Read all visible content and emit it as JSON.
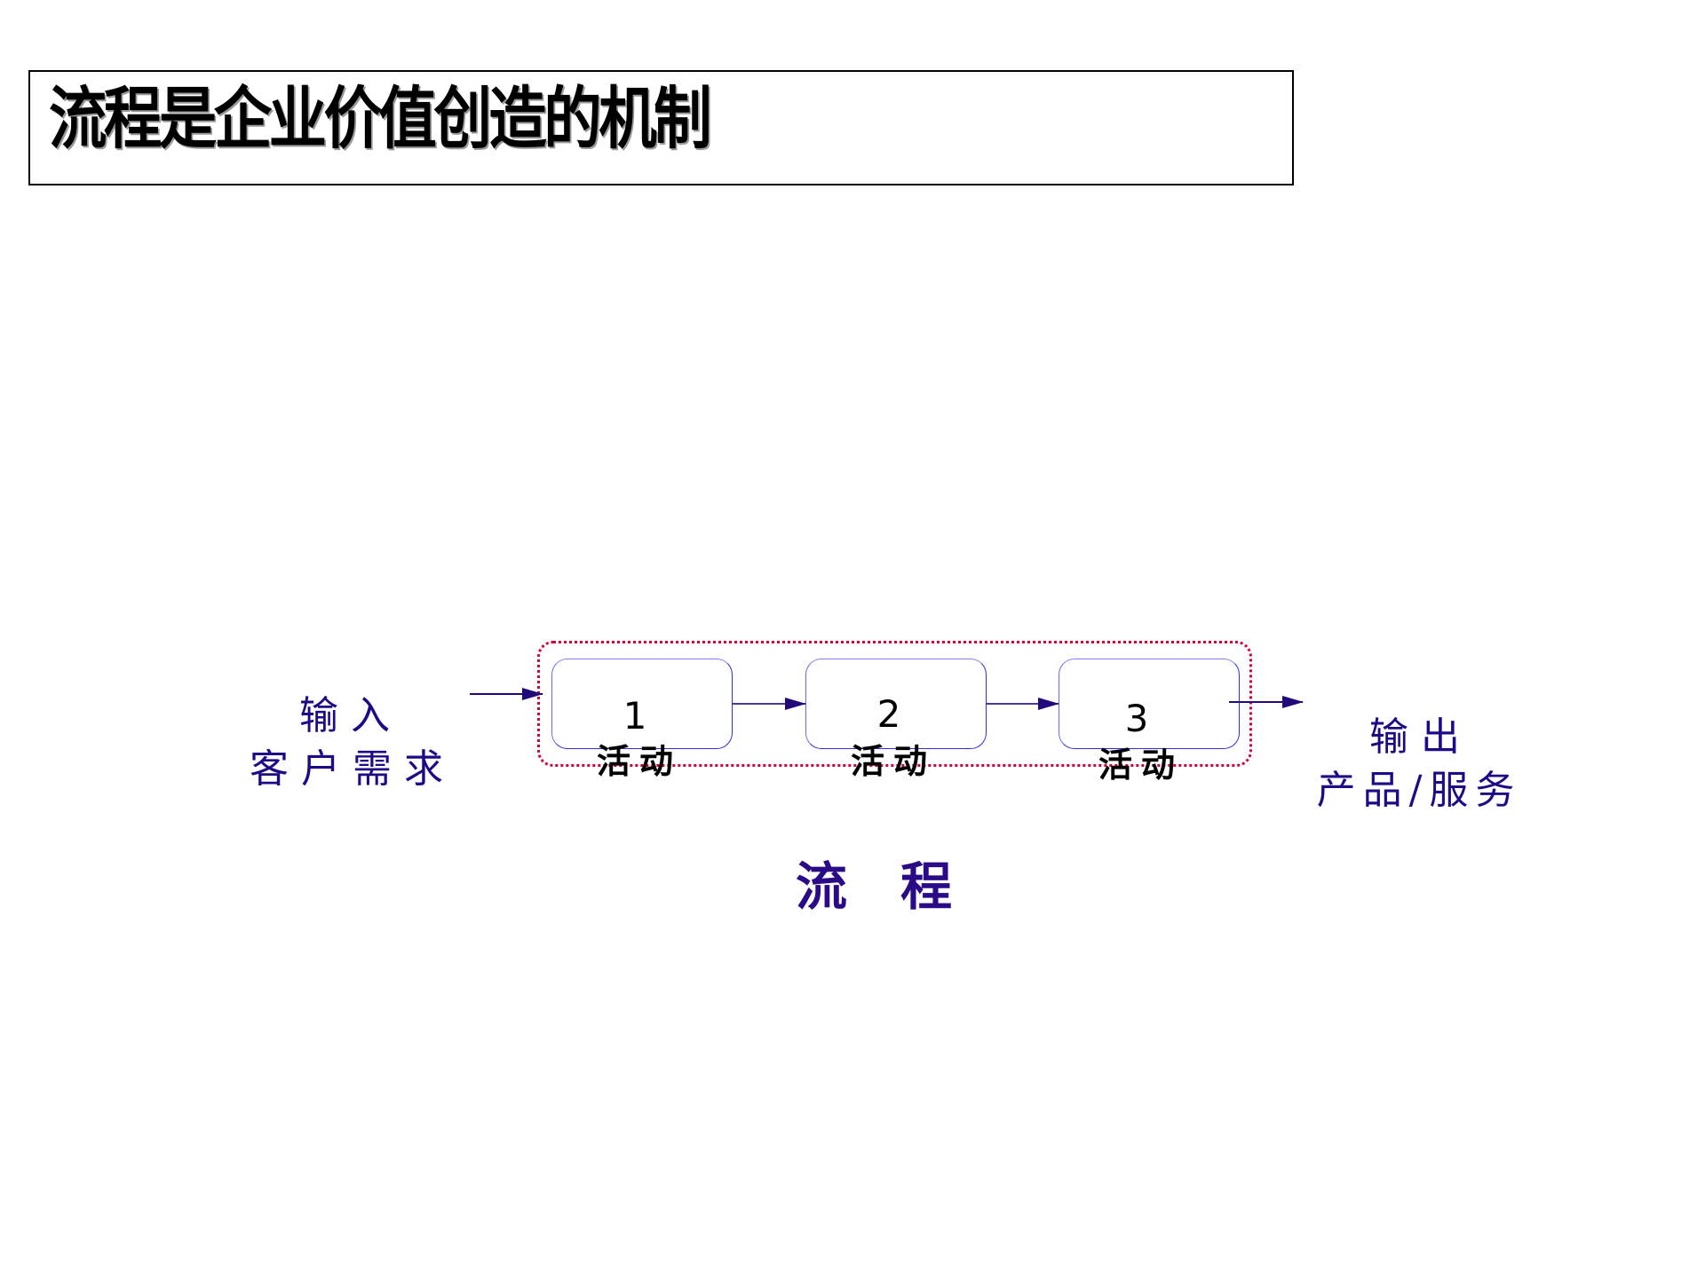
{
  "title": "流程是企业价值创造的机制",
  "diagram": {
    "input": {
      "line1": "输入",
      "line2": "客户需求"
    },
    "output": {
      "line1": "输出",
      "line2": "产品/服务"
    },
    "activities": [
      {
        "number": "1",
        "label": "活动"
      },
      {
        "number": "2",
        "label": "活动"
      },
      {
        "number": "3",
        "label": "活动"
      }
    ],
    "caption": "流程",
    "colors": {
      "label_text": "#1e0a86",
      "caption_text": "#2a0a86",
      "frame_dotted": "#d4003a",
      "box_border": "#3030d8",
      "arrow": "#22087a"
    }
  }
}
